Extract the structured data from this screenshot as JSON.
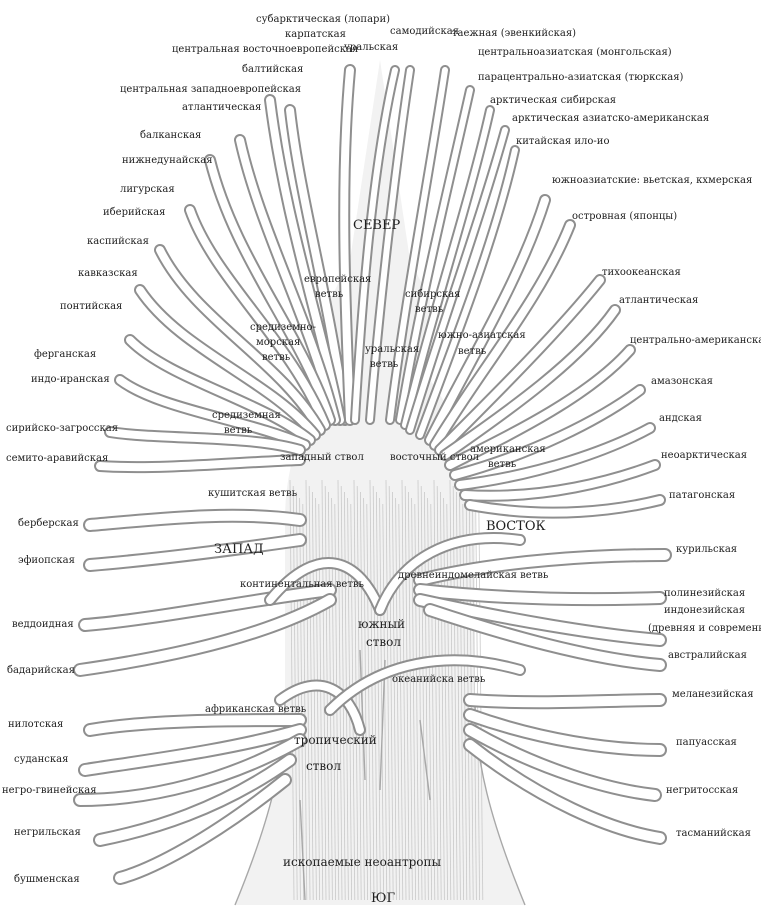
{
  "directions": {
    "north": "СЕВЕР",
    "south": "ЮГ",
    "west": "ЗАПАД",
    "east": "ВОСТОК"
  },
  "base_label": "ископаемые неоантропы",
  "stems": {
    "western": "западный ствол",
    "eastern": "восточный ствол",
    "southern": [
      "южный",
      "ствол"
    ],
    "tropical": [
      "тропический",
      "ствол"
    ]
  },
  "branches": {
    "european": [
      "европейская",
      "ветвь"
    ],
    "mediterranean_upper": [
      "средиземно-",
      "морская",
      "ветвь"
    ],
    "mediterranean_lower": [
      "средиземная",
      "ветвь"
    ],
    "ural": [
      "уральская",
      "ветвь"
    ],
    "siberian": [
      "сибирская",
      "ветвь"
    ],
    "south_asian": [
      "южно-азиатская",
      "ветвь"
    ],
    "american": [
      "американская",
      "ветвь"
    ],
    "cushitic": "кушитская ветвь",
    "continental": "континентальная ветвь",
    "ancient_indomalayan": "древнеиндомелайская ветвь",
    "african": "африканская ветвь",
    "oceanian": "океанийска ветвь"
  },
  "top_labels": [
    "субарктическая (лопари)",
    "карпатская",
    "центральная восточноевропейская",
    "балтийская",
    "центральная западноевропейская",
    "атлантическая",
    "уральская",
    "самодийская",
    "таежная (эвенкийская)",
    "центральноазиатская (монгольская)",
    "парацентрально-азиатская (тюркская)",
    "арктическая сибирская",
    "арктическая азиатско-американская",
    "китайская ило-ио"
  ],
  "left_labels": [
    "балканская",
    "нижнедунайская",
    "лигурская",
    "иберийская",
    "каспийская",
    "кавказская",
    "понтийская",
    "ферганская",
    "индо-иранская",
    "сирийско-загросская",
    "семито-аравийская",
    "берберская",
    "эфиопская",
    "веддоидная",
    "бадарийская",
    "нилотская",
    "суданская",
    "негро-гвинейская",
    "негрильская",
    "бушменская"
  ],
  "right_labels": [
    "южноазиатские: вьетская, кхмерская",
    "островная (японцы)",
    "тихоокеанская",
    "атлантическая",
    "центрально-американская",
    "амазонская",
    "андская",
    "неоарктическая",
    "патагонская",
    "курильская",
    "полинезийская",
    "индонезийская",
    "(древняя и современная)",
    "австралийская",
    "меланезийская",
    "папуасская",
    "негритосская",
    "тасманийская"
  ]
}
